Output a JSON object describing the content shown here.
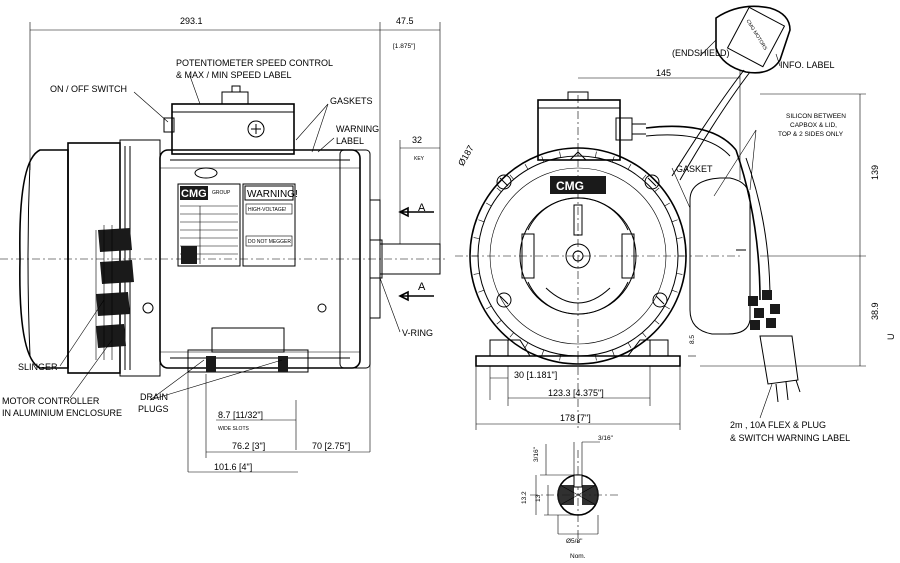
{
  "dimensions": {
    "overall_length": "293.1",
    "shaft_extension": "47.5",
    "shaft_extension_in": "[1.875\"]",
    "key_length": "32",
    "key_label": "KEY",
    "flange_diameter": "Ø187",
    "endshield_to_box": "145",
    "height_top": "139",
    "height_bottom": "38.9",
    "foot_thickness": "8.5",
    "foot_30": "30 [1.181\"]",
    "foot_123": "123.3 [4.375\"]",
    "foot_178": "178 [7\"]",
    "slot_width": "8.7 [11/32\"]",
    "slot_label": "WIDE SLOTS",
    "base_76": "76.2 [3\"]",
    "base_70": "70 [2.75\"]",
    "base_101": "101.6 [4\"]",
    "key_316_left": "3/16\"",
    "key_316_top": "3/16\"",
    "key_132": "13.2",
    "key_13": "13",
    "shaft_dia": "Ø5/8\"",
    "nom": "Nom."
  },
  "labels": {
    "potentiometer_1": "POTENTIOMETER SPEED CONTROL",
    "potentiometer_2": "& MAX / MIN SPEED LABEL",
    "on_off": "ON / OFF SWITCH",
    "gaskets": "GASKETS",
    "warning_1": "WARNING",
    "warning_2": "LABEL",
    "slinger": "SLINGER",
    "motor_ctrl_1": "MOTOR CONTROLLER",
    "motor_ctrl_2": "IN ALUMINIUM ENCLOSURE",
    "drain_1": "DRAIN",
    "drain_2": "PLUGS",
    "vring": "V-RING",
    "section_a": "A",
    "endshield": "(ENDSHIELD)",
    "info_label": "INFO. LABEL",
    "silicon_1": "SILICON BETWEEN",
    "silicon_2": "CAPBOX & LID,",
    "silicon_3": "TOP & 2 SIDES ONLY",
    "gasket": "GASKET",
    "flex_1": "2m , 10A FLEX & PLUG",
    "flex_2": "& SWITCH WARNING LABEL",
    "u_mark": "U"
  },
  "plate": {
    "brand": "CMG",
    "brand_sub": "GROUP",
    "warning_title": "WARNING!",
    "high_voltage": "HIGH-VOLTAGE!",
    "do_not_megger": "DO NOT MEGGER",
    "cover_brand": "CMG",
    "info_label_text": "CMG MOTORS"
  },
  "colors": {
    "line": "#000000",
    "background": "#ffffff",
    "fill_dark": "#1a1a1a"
  }
}
